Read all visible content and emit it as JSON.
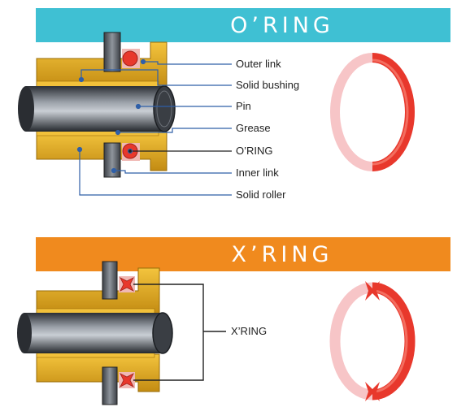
{
  "oring_section": {
    "title": "O’RING",
    "labels": [
      "Outer link",
      "Solid bushing",
      "Pin",
      "Grease",
      "O’RING",
      "Inner link",
      "Solid roller"
    ]
  },
  "xring_section": {
    "title": "X’RING",
    "labels": [
      "X’RING"
    ]
  },
  "colors": {
    "oring_banner": "#3fc0d3",
    "xring_banner": "#f08a1e",
    "link_gold": "#e0aa23",
    "pin_gray": "#5a5f66",
    "ring_red": "#e8382c",
    "ring_pink": "#f7c5c7"
  }
}
